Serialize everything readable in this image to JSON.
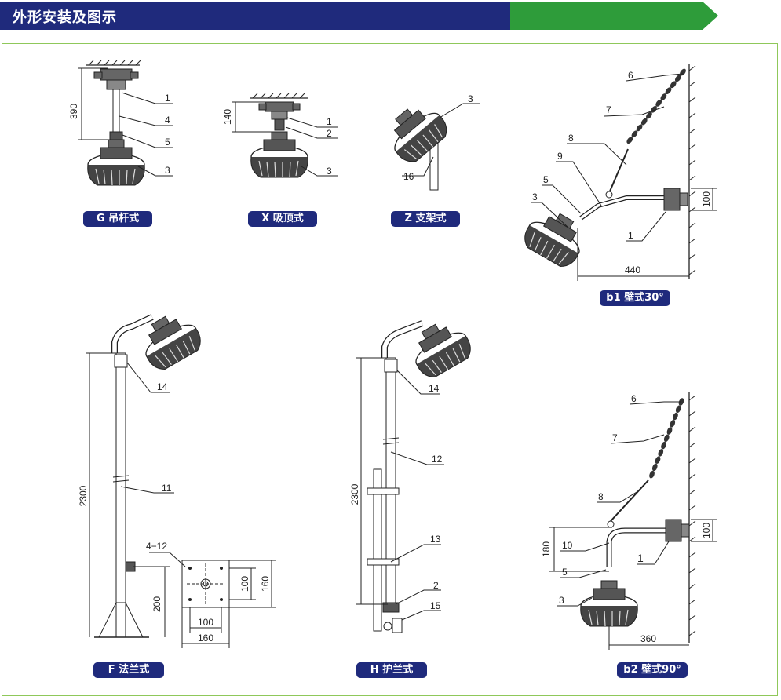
{
  "header": {
    "title": "外形安装及图示"
  },
  "colors": {
    "header_bg": "#1f2a7c",
    "header_accent": "#2e9c3a",
    "panel_border": "#8fc85a",
    "caption_bg": "#1f2a7c"
  },
  "captions": {
    "g": "G 吊杆式",
    "x": "X 吸顶式",
    "z": "Z 支架式",
    "b1": "b1 壁式30°",
    "f": "F 法兰式",
    "h": "H 护兰式",
    "b2": "b2 壁式90°"
  },
  "g": {
    "dim": "390",
    "callouts": [
      "1",
      "4",
      "5",
      "3"
    ]
  },
  "x": {
    "dim": "140",
    "callouts": [
      "1",
      "2",
      "3"
    ]
  },
  "z": {
    "callouts": [
      "3",
      "16"
    ]
  },
  "b1": {
    "dim_v": "100",
    "dim_h": "440",
    "callouts": [
      "6",
      "7",
      "8",
      "9",
      "5",
      "3",
      "1"
    ]
  },
  "f": {
    "dim_h": "2300",
    "dim_base": "200",
    "flange_label": "4−12",
    "flange_dims": [
      "100",
      "160",
      "100",
      "160"
    ],
    "callouts": [
      "14",
      "11"
    ]
  },
  "h": {
    "dim_h": "2300",
    "callouts": [
      "14",
      "12",
      "13",
      "2",
      "15"
    ]
  },
  "b2": {
    "dim_v": "100",
    "dim_arm": "180",
    "dim_h": "360",
    "callouts": [
      "6",
      "7",
      "8",
      "10",
      "1",
      "5",
      "3"
    ]
  }
}
